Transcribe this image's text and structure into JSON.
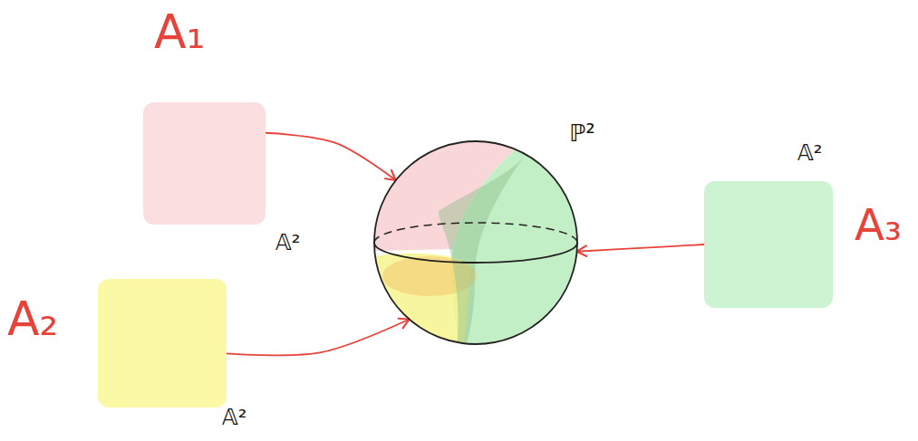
{
  "diagram": {
    "nodes": [
      {
        "text": [
          "A₁",
          "𝔸²"
        ]
      },
      {
        "text": [
          "A₂",
          "𝔸²"
        ]
      },
      {
        "text": [
          "ℙ²"
        ]
      },
      {
        "text": [
          "𝔸²",
          "A₃"
        ]
      }
    ],
    "edges": [
      {
        "from": 0,
        "to": 2,
        "arrow": "to"
      },
      {
        "from": 1,
        "to": 2,
        "arrow": "to"
      },
      {
        "from": 3,
        "to": 2,
        "arrow": "to"
      }
    ]
  }
}
